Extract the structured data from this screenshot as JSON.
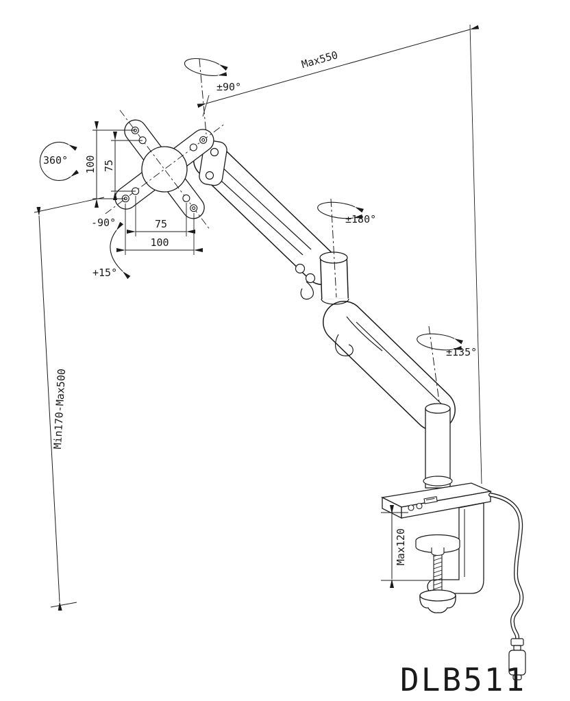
{
  "colors": {
    "ink": "#1a1a1a",
    "background": "#ffffff"
  },
  "drawing": {
    "model": "DLB511",
    "labels": {
      "arm_reach": "Max550",
      "top_swivel": "±90°",
      "vesa_rotation": "360°",
      "vesa_vertical_outer": "100",
      "vesa_vertical_inner": "75",
      "vesa_horizontal_inner": "75",
      "vesa_horizontal_outer": "100",
      "tilt_down": "-90°",
      "tilt_up": "+15°",
      "mid_swivel": "±180°",
      "base_swivel": "±135°",
      "height_range": "Min170-Max500",
      "clamp_range": "Max120"
    }
  }
}
